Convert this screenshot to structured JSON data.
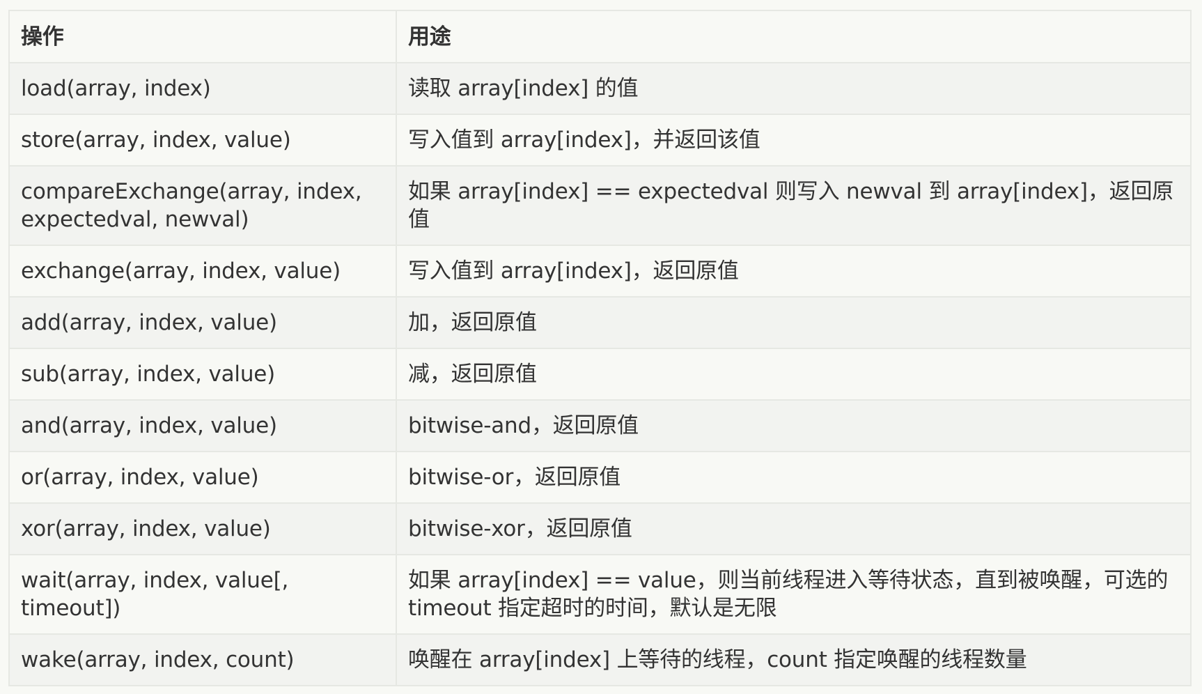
{
  "table": {
    "headers": [
      "操作",
      "用途"
    ],
    "rows": [
      {
        "op": "load(array, index)",
        "desc": "读取 array[index] 的值"
      },
      {
        "op": "store(array, index, value)",
        "desc": "写入值到 array[index]，并返回该值"
      },
      {
        "op": "compareExchange(array, index, expectedval, newval)",
        "desc": "如果 array[index] == expectedval 则写入 newval 到 array[index]，返回原值"
      },
      {
        "op": "exchange(array, index, value)",
        "desc": "写入值到 array[index]，返回原值"
      },
      {
        "op": "add(array, index, value)",
        "desc": "加，返回原值"
      },
      {
        "op": "sub(array, index, value)",
        "desc": "减，返回原值"
      },
      {
        "op": "and(array, index, value)",
        "desc": "bitwise-and，返回原值"
      },
      {
        "op": "or(array, index, value)",
        "desc": "bitwise-or，返回原值"
      },
      {
        "op": "xor(array, index, value)",
        "desc": "bitwise-xor，返回原值"
      },
      {
        "op": "wait(array, index, value[, timeout])",
        "desc": "如果 array[index] == value，则当前线程进入等待状态，直到被唤醒，可选的 timeout 指定超时的时间，默认是无限"
      },
      {
        "op": "wake(array, index, count)",
        "desc": "唤醒在 array[index] 上等待的线程，count 指定唤醒的线程数量"
      }
    ]
  }
}
